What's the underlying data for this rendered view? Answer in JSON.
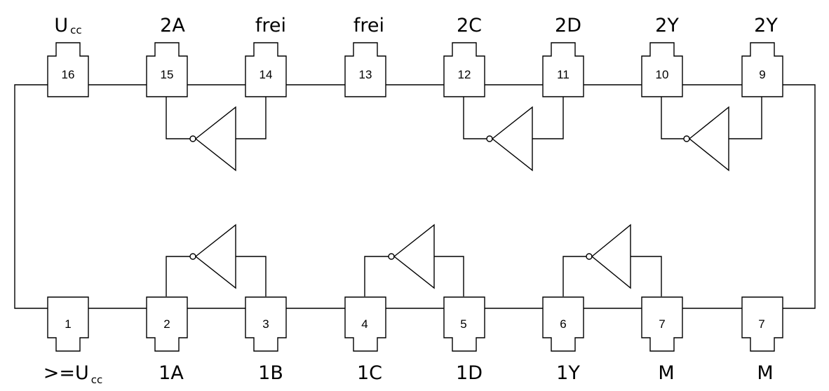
{
  "top_pins": [
    {
      "number": "16",
      "label_main": "U",
      "label_sub": "cc"
    },
    {
      "number": "15",
      "label_main": "2A",
      "label_sub": ""
    },
    {
      "number": "14",
      "label_main": "frei",
      "label_sub": ""
    },
    {
      "number": "13",
      "label_main": "frei",
      "label_sub": ""
    },
    {
      "number": "12",
      "label_main": "2C",
      "label_sub": ""
    },
    {
      "number": "11",
      "label_main": "2D",
      "label_sub": ""
    },
    {
      "number": "10",
      "label_main": "2Y",
      "label_sub": ""
    },
    {
      "number": "9",
      "label_main": "2Y",
      "label_sub": ""
    }
  ],
  "bottom_pins": [
    {
      "number": "1",
      "label_main": ">=U",
      "label_sub": "cc"
    },
    {
      "number": "2",
      "label_main": "1A",
      "label_sub": ""
    },
    {
      "number": "3",
      "label_main": "1B",
      "label_sub": ""
    },
    {
      "number": "4",
      "label_main": "1C",
      "label_sub": ""
    },
    {
      "number": "5",
      "label_main": "1D",
      "label_sub": ""
    },
    {
      "number": "6",
      "label_main": "1Y",
      "label_sub": ""
    },
    {
      "number": "7",
      "label_main": "M",
      "label_sub": ""
    },
    {
      "number": "7",
      "label_main": "M",
      "label_sub": ""
    }
  ]
}
